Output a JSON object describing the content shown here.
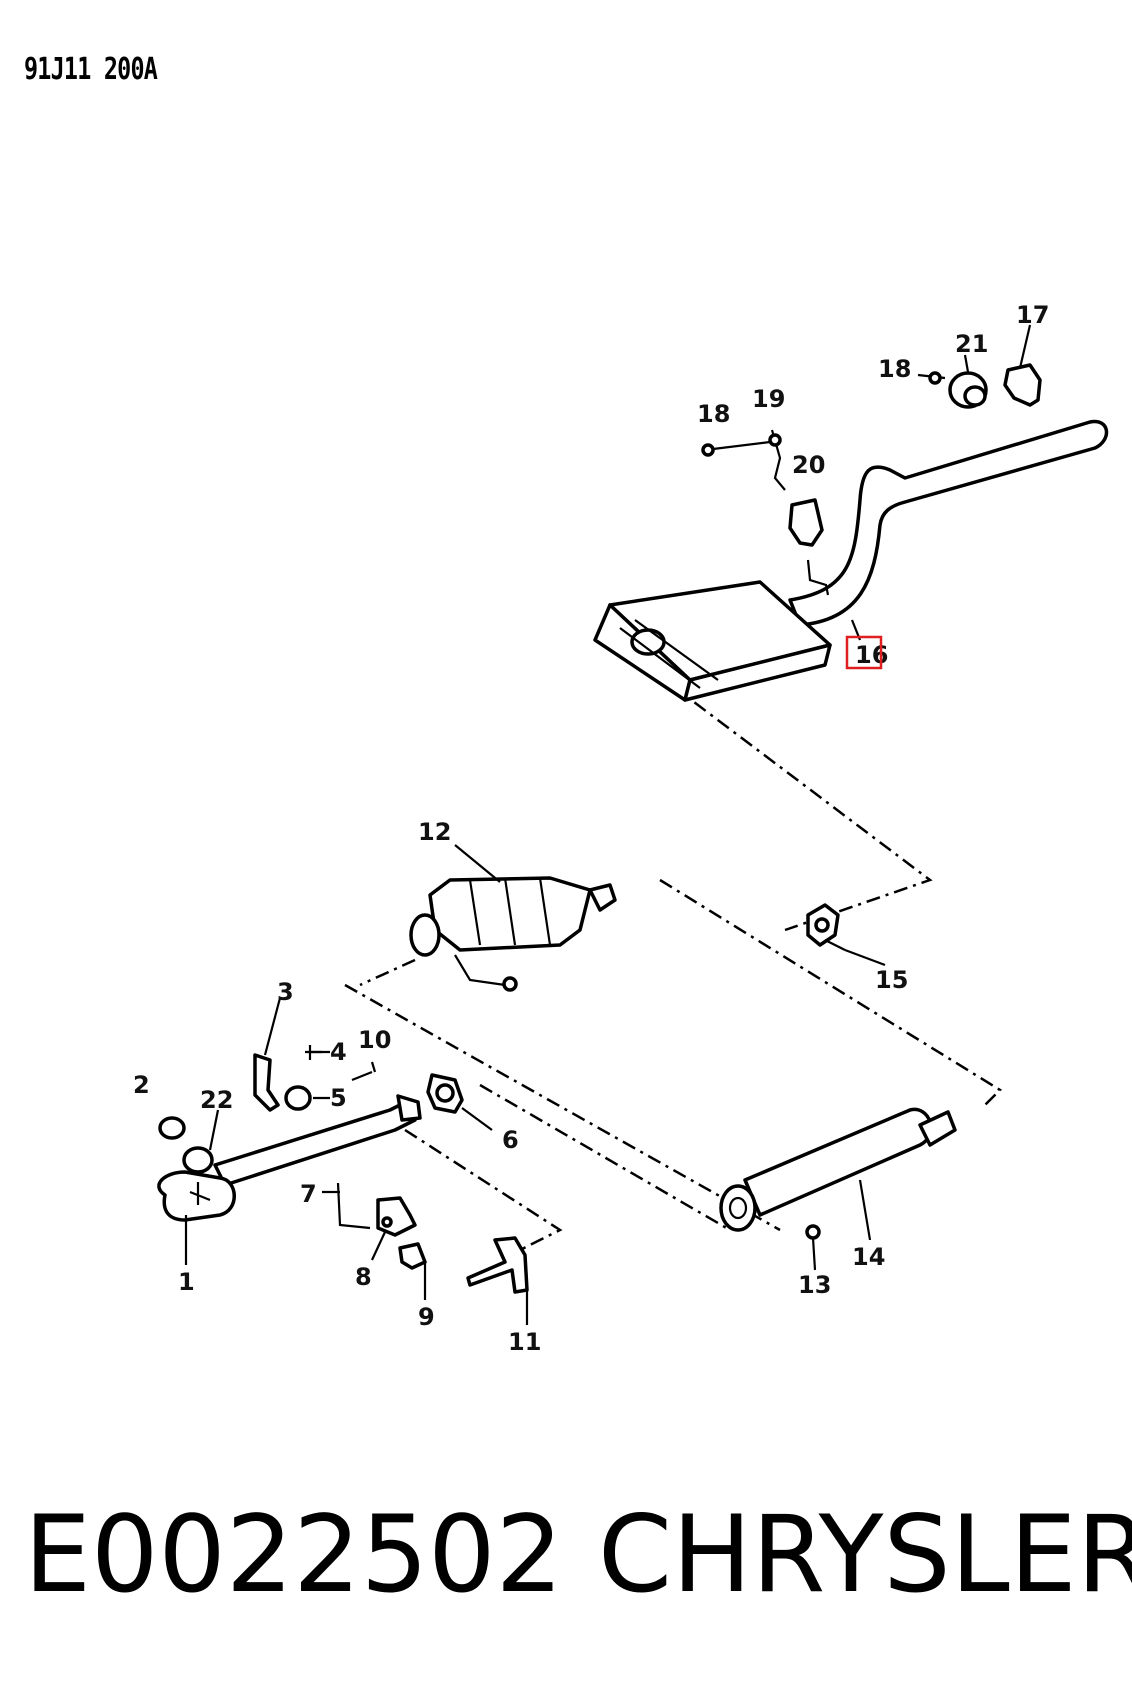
{
  "header": {
    "diagram_code": "91J11 200A"
  },
  "callouts": [
    {
      "id": "1",
      "label": "1"
    },
    {
      "id": "2",
      "label": "2"
    },
    {
      "id": "3",
      "label": "3"
    },
    {
      "id": "4",
      "label": "4"
    },
    {
      "id": "5",
      "label": "5"
    },
    {
      "id": "6",
      "label": "6"
    },
    {
      "id": "7",
      "label": "7"
    },
    {
      "id": "8",
      "label": "8"
    },
    {
      "id": "9",
      "label": "9"
    },
    {
      "id": "10",
      "label": "10"
    },
    {
      "id": "11",
      "label": "11"
    },
    {
      "id": "12",
      "label": "12"
    },
    {
      "id": "13",
      "label": "13"
    },
    {
      "id": "14",
      "label": "14"
    },
    {
      "id": "15",
      "label": "15"
    },
    {
      "id": "16",
      "label": "16"
    },
    {
      "id": "17",
      "label": "17"
    },
    {
      "id": "18a",
      "label": "18"
    },
    {
      "id": "18b",
      "label": "18"
    },
    {
      "id": "19",
      "label": "19"
    },
    {
      "id": "20",
      "label": "20"
    },
    {
      "id": "21",
      "label": "21"
    },
    {
      "id": "22",
      "label": "22"
    }
  ],
  "highlighted_callout": "16",
  "highlight_color": "#e02020",
  "footer": {
    "part_number": "E0022502",
    "manufacturer": "CHRYSLER"
  }
}
